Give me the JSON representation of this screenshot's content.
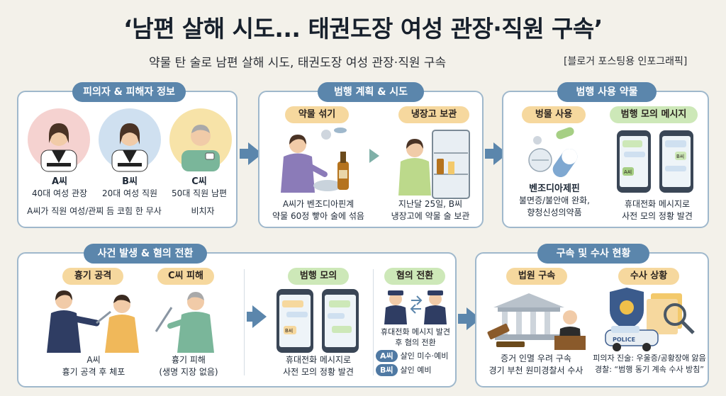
{
  "header": {
    "title": "‘남편 살해 시도... 태권도장 여성 관장·직원 구속’",
    "subtitle": "약물 탄 술로 남편 살해 시도, 태권도장 여성 관장·직원 구속",
    "tag": "[블로거 포스팅용 인포그래픽]"
  },
  "panel1": {
    "title": "피의자 & 피해자 정보",
    "a_name": "A씨",
    "a_line1": "40대 여성 관장",
    "b_name": "B씨",
    "b_line1": "20대 여성 직원",
    "c_name": "C씨",
    "c_line1": "50대 직원 남편",
    "ab_note": "A씨가 직원 여성/관찌 듬 코힘 한 무사",
    "c_note": "비치자"
  },
  "panel2": {
    "title": "범행 계획 & 시도",
    "step1": "약물 섞기",
    "step1_line1": "A씨가 벤조디아핀계",
    "step1_line2": "약물 60정 빻아 술에 섞음",
    "step2": "냉장고 보관",
    "step2_line1": "지난달 25일, B씨",
    "step2_line2": "냉장고에 약물 술 보관"
  },
  "panel3": {
    "title": "범행 사용 약물",
    "step1": "벙물 사용",
    "drug": "벤조디아제핀",
    "drug_line1": "불면증/불안애 완화,",
    "drug_line2": "향청신성의약품",
    "step2": "범행 모의 메시지",
    "msg_line1": "휴대전화 메시지로",
    "msg_line2": "사전 모의 정황 발견",
    "chat_a": "A씨",
    "chat_b": "B씨"
  },
  "panel4": {
    "title": "사건 발생 & 혐의 전환",
    "step1": "흉기 공격",
    "step1_line1": "A씨",
    "step1_line2": "흉기 공격 후 체포",
    "step2": "C씨 피해",
    "step2_line1": "흉기 피해",
    "step2_line2": "(생명 지장 없음)",
    "step3": "범행 모의",
    "step3_line1": "휴대전화 메시지로",
    "step3_line2": "사전 모의 정황 발견",
    "step4": "혐의 전환",
    "step4_line1": "휴대전화 메시지 발견",
    "step4_line2": "후 혐의 전환",
    "charge_a_label": "A씨",
    "charge_a": "살인 미수·예비",
    "charge_b_label": "B씨",
    "charge_b": "살인 예비",
    "chat_b": "B씨"
  },
  "panel5": {
    "title": "구속 및 수사 현황",
    "step1": "법원 구속",
    "step1_line1": "증거 인멸 우려 구속",
    "step1_line2": "경기 부천 원미경찰서 수사",
    "step2": "수사 상황",
    "step2_line1": "피의자 진술: 우울증/공황장애 앓음",
    "step2_line2": "경찰: “범행 동기 계속 수사 방침”",
    "police_label": "POLICE"
  },
  "colors": {
    "accent": "#5b86ac",
    "panel_border": "#9fb8cc",
    "sub_yellow": "#f6d89e",
    "sub_green": "#cde8b8"
  }
}
